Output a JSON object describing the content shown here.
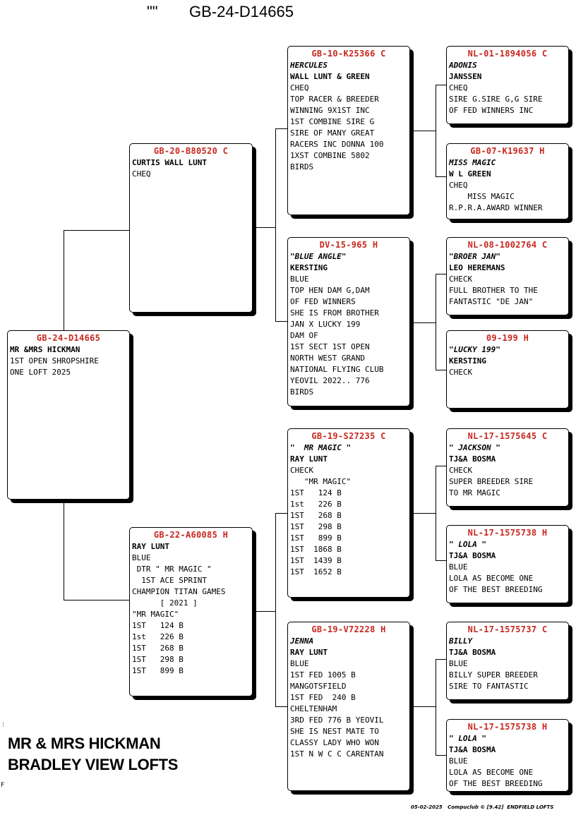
{
  "header": {
    "quote": "\"\"",
    "title": "GB-24-D14665"
  },
  "subject": {
    "ring": "GB-24-D14665",
    "lines": [
      "",
      "MR &MRS HICKMAN",
      "",
      "1ST OPEN SHROPSHIRE",
      "ONE LOFT 2025"
    ]
  },
  "sire": {
    "ring": "GB-20-B80520 C",
    "lines": [
      "",
      "CURTIS WALL LUNT",
      "CHEQ"
    ]
  },
  "dam": {
    "ring": "GB-22-A60085 H",
    "lines": [
      "",
      "RAY LUNT",
      "BLUE",
      " DTR \" MR MAGIC \"",
      "  1ST ACE SPRINT",
      "CHAMPION TITAN GAMES",
      "      [ 2021 ]",
      "\"MR MAGIC\"",
      "1ST   124 B",
      "1st   226 B",
      "1ST   268 B",
      "1ST   298 B",
      "1ST   899 B"
    ]
  },
  "ss": {
    "ring": "GB-10-K25366 C",
    "name": "HERCULES",
    "lines": [
      "WALL LUNT & GREEN",
      "CHEQ",
      "TOP RACER & BREEDER",
      "WINNING 9X1ST INC",
      "1ST COMBINE SIRE G",
      "SIRE OF MANY GREAT",
      "RACERS INC DONNA 100",
      "1XST COMBINE 5802",
      "BIRDS"
    ]
  },
  "sd": {
    "ring": "DV-15-965 H",
    "name": "\"BLUE ANGLE\"",
    "lines": [
      "KERSTING",
      "BLUE",
      "TOP HEN DAM G,DAM",
      "OF FED WINNERS",
      "SHE IS FROM BROTHER",
      "JAN X LUCKY 199",
      "DAM OF",
      "1ST SECT 1ST OPEN",
      "NORTH WEST GRAND",
      "NATIONAL FLYING CLUB",
      "YEOVIL 2022.. 776",
      "BIRDS"
    ]
  },
  "ds": {
    "ring": "GB-19-S27235 C",
    "name": "\"  MR MAGIC \"",
    "lines": [
      "RAY LUNT",
      "CHECK",
      "   \"MR MAGIC\"",
      "",
      "1ST   124 B",
      "1st   226 B",
      "1ST   268 B",
      "1ST   298 B",
      "1ST   899 B",
      "1ST  1868 B",
      "1ST  1439 B",
      "1ST  1652 B"
    ]
  },
  "dd": {
    "ring": "GB-19-V72228 H",
    "name": "JENNA",
    "lines": [
      "RAY LUNT",
      "BLUE",
      "1ST FED 1005 B",
      "MANGOTSFIELD",
      "1ST FED  240 B",
      "CHELTENHAM",
      "3RD FED 776 B YEOVIL",
      "SHE IS NEST MATE TO",
      "CLASSY LADY WHO WON",
      "1ST N W C C CARENTAN"
    ]
  },
  "sss": {
    "ring": "NL-01-1894056 C",
    "name": "ADONIS",
    "lines": [
      "JANSSEN",
      "CHEQ",
      "SIRE G.SIRE G,G SIRE",
      "OF FED WINNERS INC"
    ]
  },
  "ssd": {
    "ring": "GB-07-K19637 H",
    "name": "MISS MAGIC",
    "lines": [
      "W L GREEN",
      "CHEQ",
      "    MISS MAGIC",
      "R.P.R.A.AWARD WINNER"
    ]
  },
  "sds": {
    "ring": "NL-08-1002764 C",
    "name": "\"BROER JAN\"",
    "lines": [
      "LEO HEREMANS",
      "CHECK",
      "FULL BROTHER TO THE",
      "FANTASTIC \"DE JAN\""
    ]
  },
  "sdd": {
    "ring": "09-199 H",
    "name": "\"LUCKY 199\"",
    "lines": [
      "KERSTING",
      "CHECK"
    ]
  },
  "dss": {
    "ring": "NL-17-1575645 C",
    "name": "\" JACKSON \"",
    "lines": [
      "TJ&A BOSMA",
      "CHECK",
      "SUPER BREEDER SIRE",
      "TO MR MAGIC"
    ]
  },
  "dsd": {
    "ring": "NL-17-1575738 H",
    "name": "\" LOLA \"",
    "lines": [
      "TJ&A BOSMA",
      "BLUE",
      "LOLA AS BECOME ONE",
      "OF THE BEST BREEDING"
    ]
  },
  "dds": {
    "ring": "NL-17-1575737 C",
    "name": "BILLY",
    "lines": [
      "TJ&A BOSMA",
      "BLUE",
      "BILLY SUPER BREEDER",
      "SIRE TO FANTASTIC"
    ]
  },
  "ddd": {
    "ring": "NL-17-1575738 H",
    "name": "\" LOLA \"",
    "lines": [
      "TJ&A BOSMA",
      "BLUE",
      "LOLA AS BECOME ONE",
      "OF THE BEST BREEDING"
    ]
  },
  "owner": {
    "line1": "MR & MRS HICKMAN",
    "line2": "BRADLEY VIEW LOFTS"
  },
  "footer": "05-02-2025   Compuclub © [9.42]  ENDFIELD LOFTS",
  "marks": {
    "colon": ":",
    "f": "F"
  }
}
